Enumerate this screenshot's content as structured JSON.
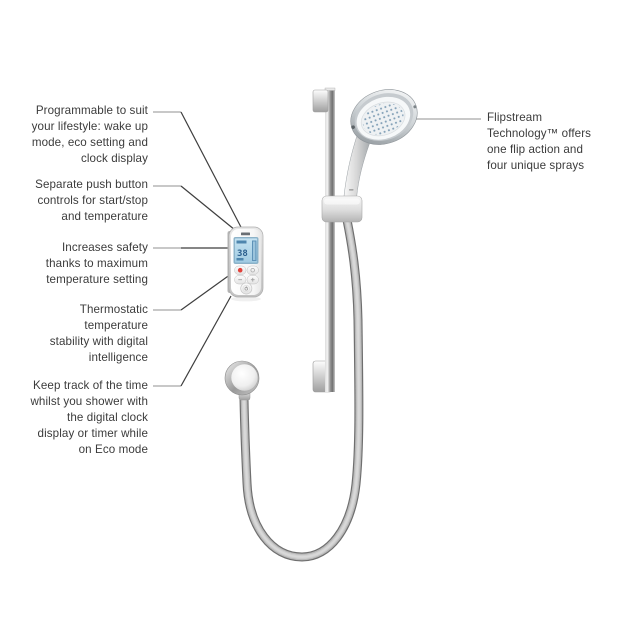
{
  "page": {
    "background": "#ffffff"
  },
  "callouts": {
    "left": [
      {
        "text": "Programmable to suit\nyour lifestyle: wake up\nmode, eco setting and\nclock display"
      },
      {
        "text": "Separate push button\ncontrols for start/stop\nand temperature"
      },
      {
        "text": "Increases safety\nthanks to maximum\ntemperature setting"
      },
      {
        "text": "Thermostatic\ntemperature\nstability with digital\nintelligence"
      },
      {
        "text": "Keep track of the time\nwhilst you shower with\nthe digital clock\ndisplay or timer while\non Eco mode"
      }
    ],
    "right": [
      {
        "text": "Flipstream\nTechnology™ offers\none flip action and\nfour unique sprays"
      }
    ]
  },
  "controller": {
    "lcd_value": "38"
  },
  "colors": {
    "text": "#3b3b3b",
    "leader_light": "#a6a6a6",
    "leader_dark": "#3e3e3e",
    "lcd_background": "#aed3e8",
    "lcd_content": "#2b5f8e",
    "power_button_red": "#e2413a",
    "chrome": "#c9c9c9",
    "nozzle_blue": "#85a2b8"
  }
}
